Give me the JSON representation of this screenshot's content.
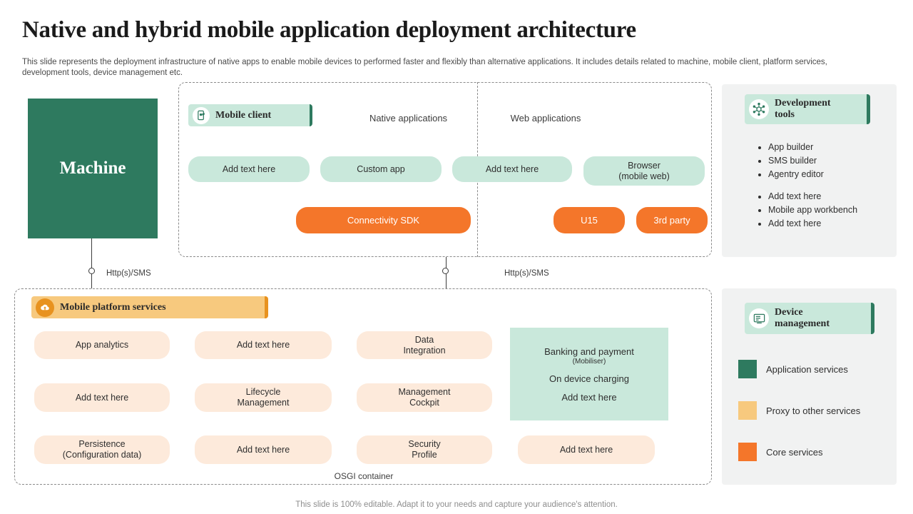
{
  "header": {
    "title": "Native and hybrid mobile application deployment architecture",
    "subtitle": "This slide represents the deployment infrastructure of native apps to enable mobile devices to performed faster and flexibly than alternative applications. It includes details related to machine, mobile client, platform services, development tools, device management etc."
  },
  "machine": {
    "label": "Machine"
  },
  "top_section": {
    "pill_label": "Mobile client",
    "pill_icon": "mobile-client-icon",
    "column_native": "Native  applications",
    "column_web": "Web applications",
    "chips": [
      {
        "id": "chip-add1",
        "label": "Add text here",
        "style": "green"
      },
      {
        "id": "chip-custom",
        "label": "Custom app",
        "style": "green"
      },
      {
        "id": "chip-add2",
        "label": "Add text here",
        "style": "green"
      },
      {
        "id": "chip-browser",
        "label": "Browser\n(mobile web)",
        "style": "green"
      },
      {
        "id": "chip-connsdk",
        "label": "Connectivity SDK",
        "style": "orange"
      },
      {
        "id": "chip-u15",
        "label": "U15",
        "style": "orange"
      },
      {
        "id": "chip-3rd",
        "label": "3rd party",
        "style": "orange"
      }
    ]
  },
  "connectors": {
    "line1_label": "Http(s)/SMS",
    "line2_label": "Http(s)/SMS"
  },
  "platform_section": {
    "pill_label": "Mobile platform services",
    "pill_icon": "cloud-upload-icon",
    "items": [
      {
        "id": "ps-1",
        "label": "App analytics"
      },
      {
        "id": "ps-2",
        "label": "Add text here"
      },
      {
        "id": "ps-3",
        "label": "Data\nIntegration"
      },
      {
        "id": "ps-4",
        "label": "Add text here"
      },
      {
        "id": "ps-5",
        "label": "Lifecycle\nManagement"
      },
      {
        "id": "ps-6",
        "label": "Management\nCockpit"
      },
      {
        "id": "ps-7",
        "label": "Persistence\n(Configuration data)"
      },
      {
        "id": "ps-8",
        "label": "Add text here"
      },
      {
        "id": "ps-9",
        "label": "Security\nProfile"
      },
      {
        "id": "ps-10",
        "label": "Add text here"
      }
    ],
    "banking_box": {
      "line1": "Banking and payment",
      "line1_sub": "(Mobiliser)",
      "line2": "On device charging",
      "line3": "Add text here"
    },
    "container_label": "OSGI container"
  },
  "dev_tools": {
    "pill_label_line1": "Development",
    "pill_label_line2": "tools",
    "pill_icon": "gear-network-icon",
    "list_primary": [
      "App builder",
      "SMS builder",
      "Agentry editor"
    ],
    "list_secondary": [
      "Add text here",
      "Mobile app workbench",
      "Add text here"
    ]
  },
  "device_management": {
    "pill_label_line1": "Device",
    "pill_label_line2": "management",
    "pill_icon": "device-screen-icon",
    "legend": [
      {
        "color": "#2e7a5f",
        "label": "Application services"
      },
      {
        "color": "#f7c97e",
        "label": "Proxy to other services"
      },
      {
        "color": "#f4762a",
        "label": "Core services"
      }
    ]
  },
  "footer": {
    "text": "This slide is 100% editable. Adapt it to your needs and capture your audience's attention."
  }
}
